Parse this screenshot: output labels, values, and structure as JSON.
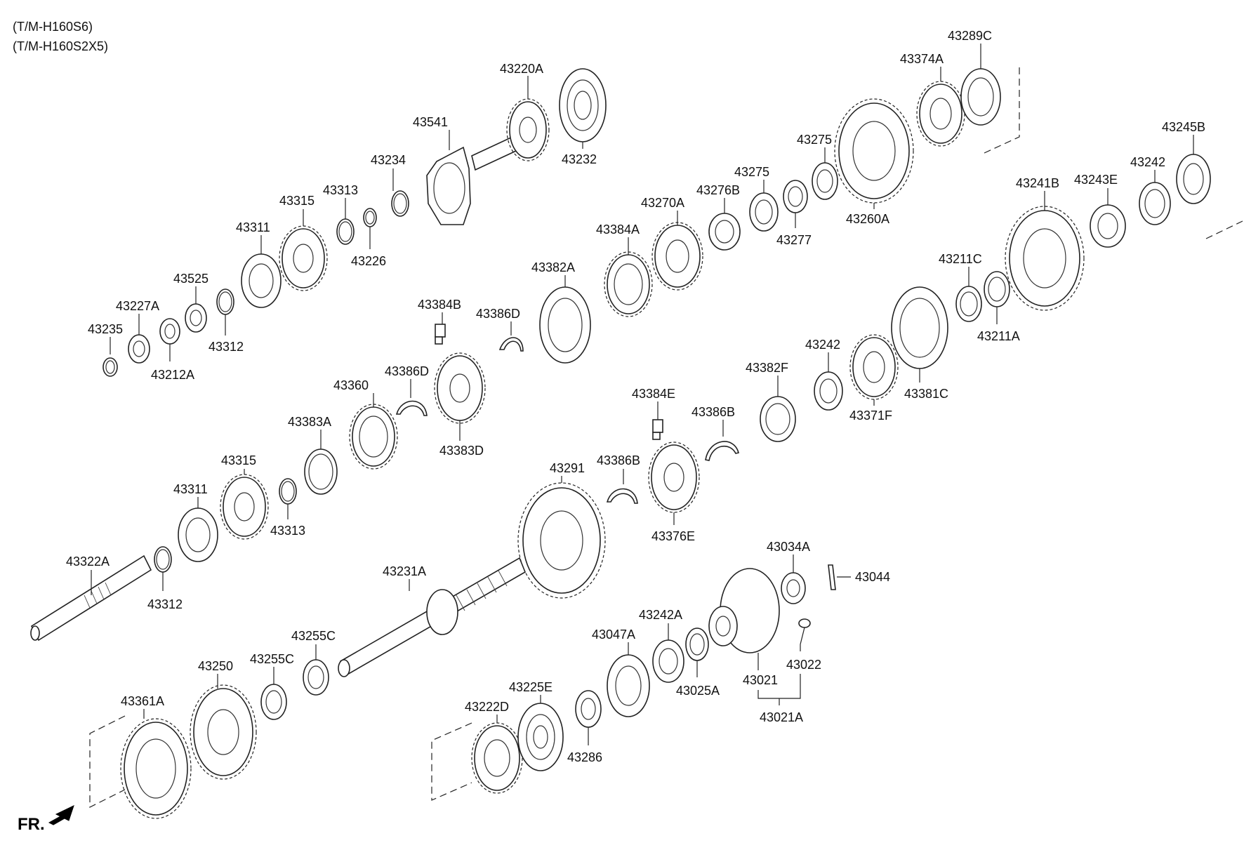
{
  "header": {
    "line1": "(T/M-H160S6)",
    "line2": "(T/M-H160S2X5)"
  },
  "direction": {
    "label": "FR."
  },
  "parts": [
    {
      "label": "43220A"
    },
    {
      "label": "43232"
    },
    {
      "label": "43541"
    },
    {
      "label": "43234"
    },
    {
      "label": "43313"
    },
    {
      "label": "43226"
    },
    {
      "label": "43315"
    },
    {
      "label": "43311"
    },
    {
      "label": "43525"
    },
    {
      "label": "43227A"
    },
    {
      "label": "43235"
    },
    {
      "label": "43212A"
    },
    {
      "label": "43312"
    },
    {
      "label": "43289C"
    },
    {
      "label": "43374A"
    },
    {
      "label": "43275"
    },
    {
      "label": "43260A"
    },
    {
      "label": "43275"
    },
    {
      "label": "43277"
    },
    {
      "label": "43276B"
    },
    {
      "label": "43270A"
    },
    {
      "label": "43384A"
    },
    {
      "label": "43382A"
    },
    {
      "label": "43384B"
    },
    {
      "label": "43386D"
    },
    {
      "label": "43386D"
    },
    {
      "label": "43383D"
    },
    {
      "label": "43360"
    },
    {
      "label": "43383A"
    },
    {
      "label": "43315"
    },
    {
      "label": "43313"
    },
    {
      "label": "43311"
    },
    {
      "label": "43312"
    },
    {
      "label": "43322A"
    },
    {
      "label": "43245B"
    },
    {
      "label": "43242"
    },
    {
      "label": "43243E"
    },
    {
      "label": "43241B"
    },
    {
      "label": "43211C"
    },
    {
      "label": "43211A"
    },
    {
      "label": "43381C"
    },
    {
      "label": "43242"
    },
    {
      "label": "43371F"
    },
    {
      "label": "43382F"
    },
    {
      "label": "43384E"
    },
    {
      "label": "43386B"
    },
    {
      "label": "43386B"
    },
    {
      "label": "43376E"
    },
    {
      "label": "43291"
    },
    {
      "label": "43231A"
    },
    {
      "label": "43255C"
    },
    {
      "label": "43255C"
    },
    {
      "label": "43250"
    },
    {
      "label": "43361A"
    },
    {
      "label": "43034A"
    },
    {
      "label": "43044"
    },
    {
      "label": "43242A"
    },
    {
      "label": "43047A"
    },
    {
      "label": "43025A"
    },
    {
      "label": "43021"
    },
    {
      "label": "43022"
    },
    {
      "label": "43021A"
    },
    {
      "label": "43225E"
    },
    {
      "label": "43222D"
    },
    {
      "label": "43286"
    }
  ]
}
